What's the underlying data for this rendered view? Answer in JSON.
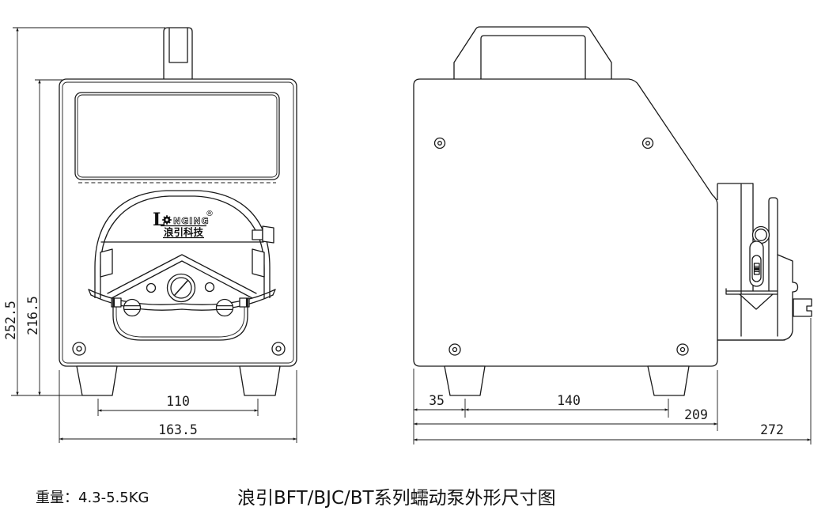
{
  "front_view": {
    "dim_total_height": "252.5",
    "dim_body_height": "216.5",
    "dim_feet_spacing": "110",
    "dim_body_width": "163.5",
    "logo": {
      "initial": "L",
      "rest": "NGING",
      "registered": "®",
      "subtitle": "浪引科技"
    }
  },
  "side_view": {
    "dim_foot_offset": "35",
    "dim_feet_spacing": "140",
    "dim_body_depth": "209",
    "dim_total_depth": "272"
  },
  "title_block": {
    "weight": "重量：4.3-5.5KG",
    "title": "浪引BFT/BJC/BT系列蠕动泵外形尺寸图"
  },
  "colors": {
    "line": "#1a1a1a",
    "background": "#ffffff"
  }
}
